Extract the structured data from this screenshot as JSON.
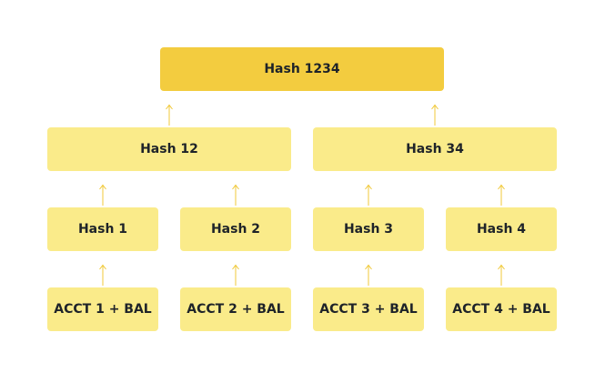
{
  "tree": {
    "root": {
      "label": "Hash 1234"
    },
    "level1": [
      {
        "label": "Hash 12"
      },
      {
        "label": "Hash 34"
      }
    ],
    "level2": [
      {
        "label": "Hash 1"
      },
      {
        "label": "Hash 2"
      },
      {
        "label": "Hash 3"
      },
      {
        "label": "Hash 4"
      }
    ],
    "leaves": [
      {
        "label": "ACCT 1 + BAL"
      },
      {
        "label": "ACCT 2 + BAL"
      },
      {
        "label": "ACCT 3 + BAL"
      },
      {
        "label": "ACCT 4 + BAL"
      }
    ]
  },
  "colors": {
    "root_fill": "#f3cc3f",
    "node_fill": "#faeb8a",
    "arrow": "#f0c93a",
    "text": "#1e2329"
  }
}
